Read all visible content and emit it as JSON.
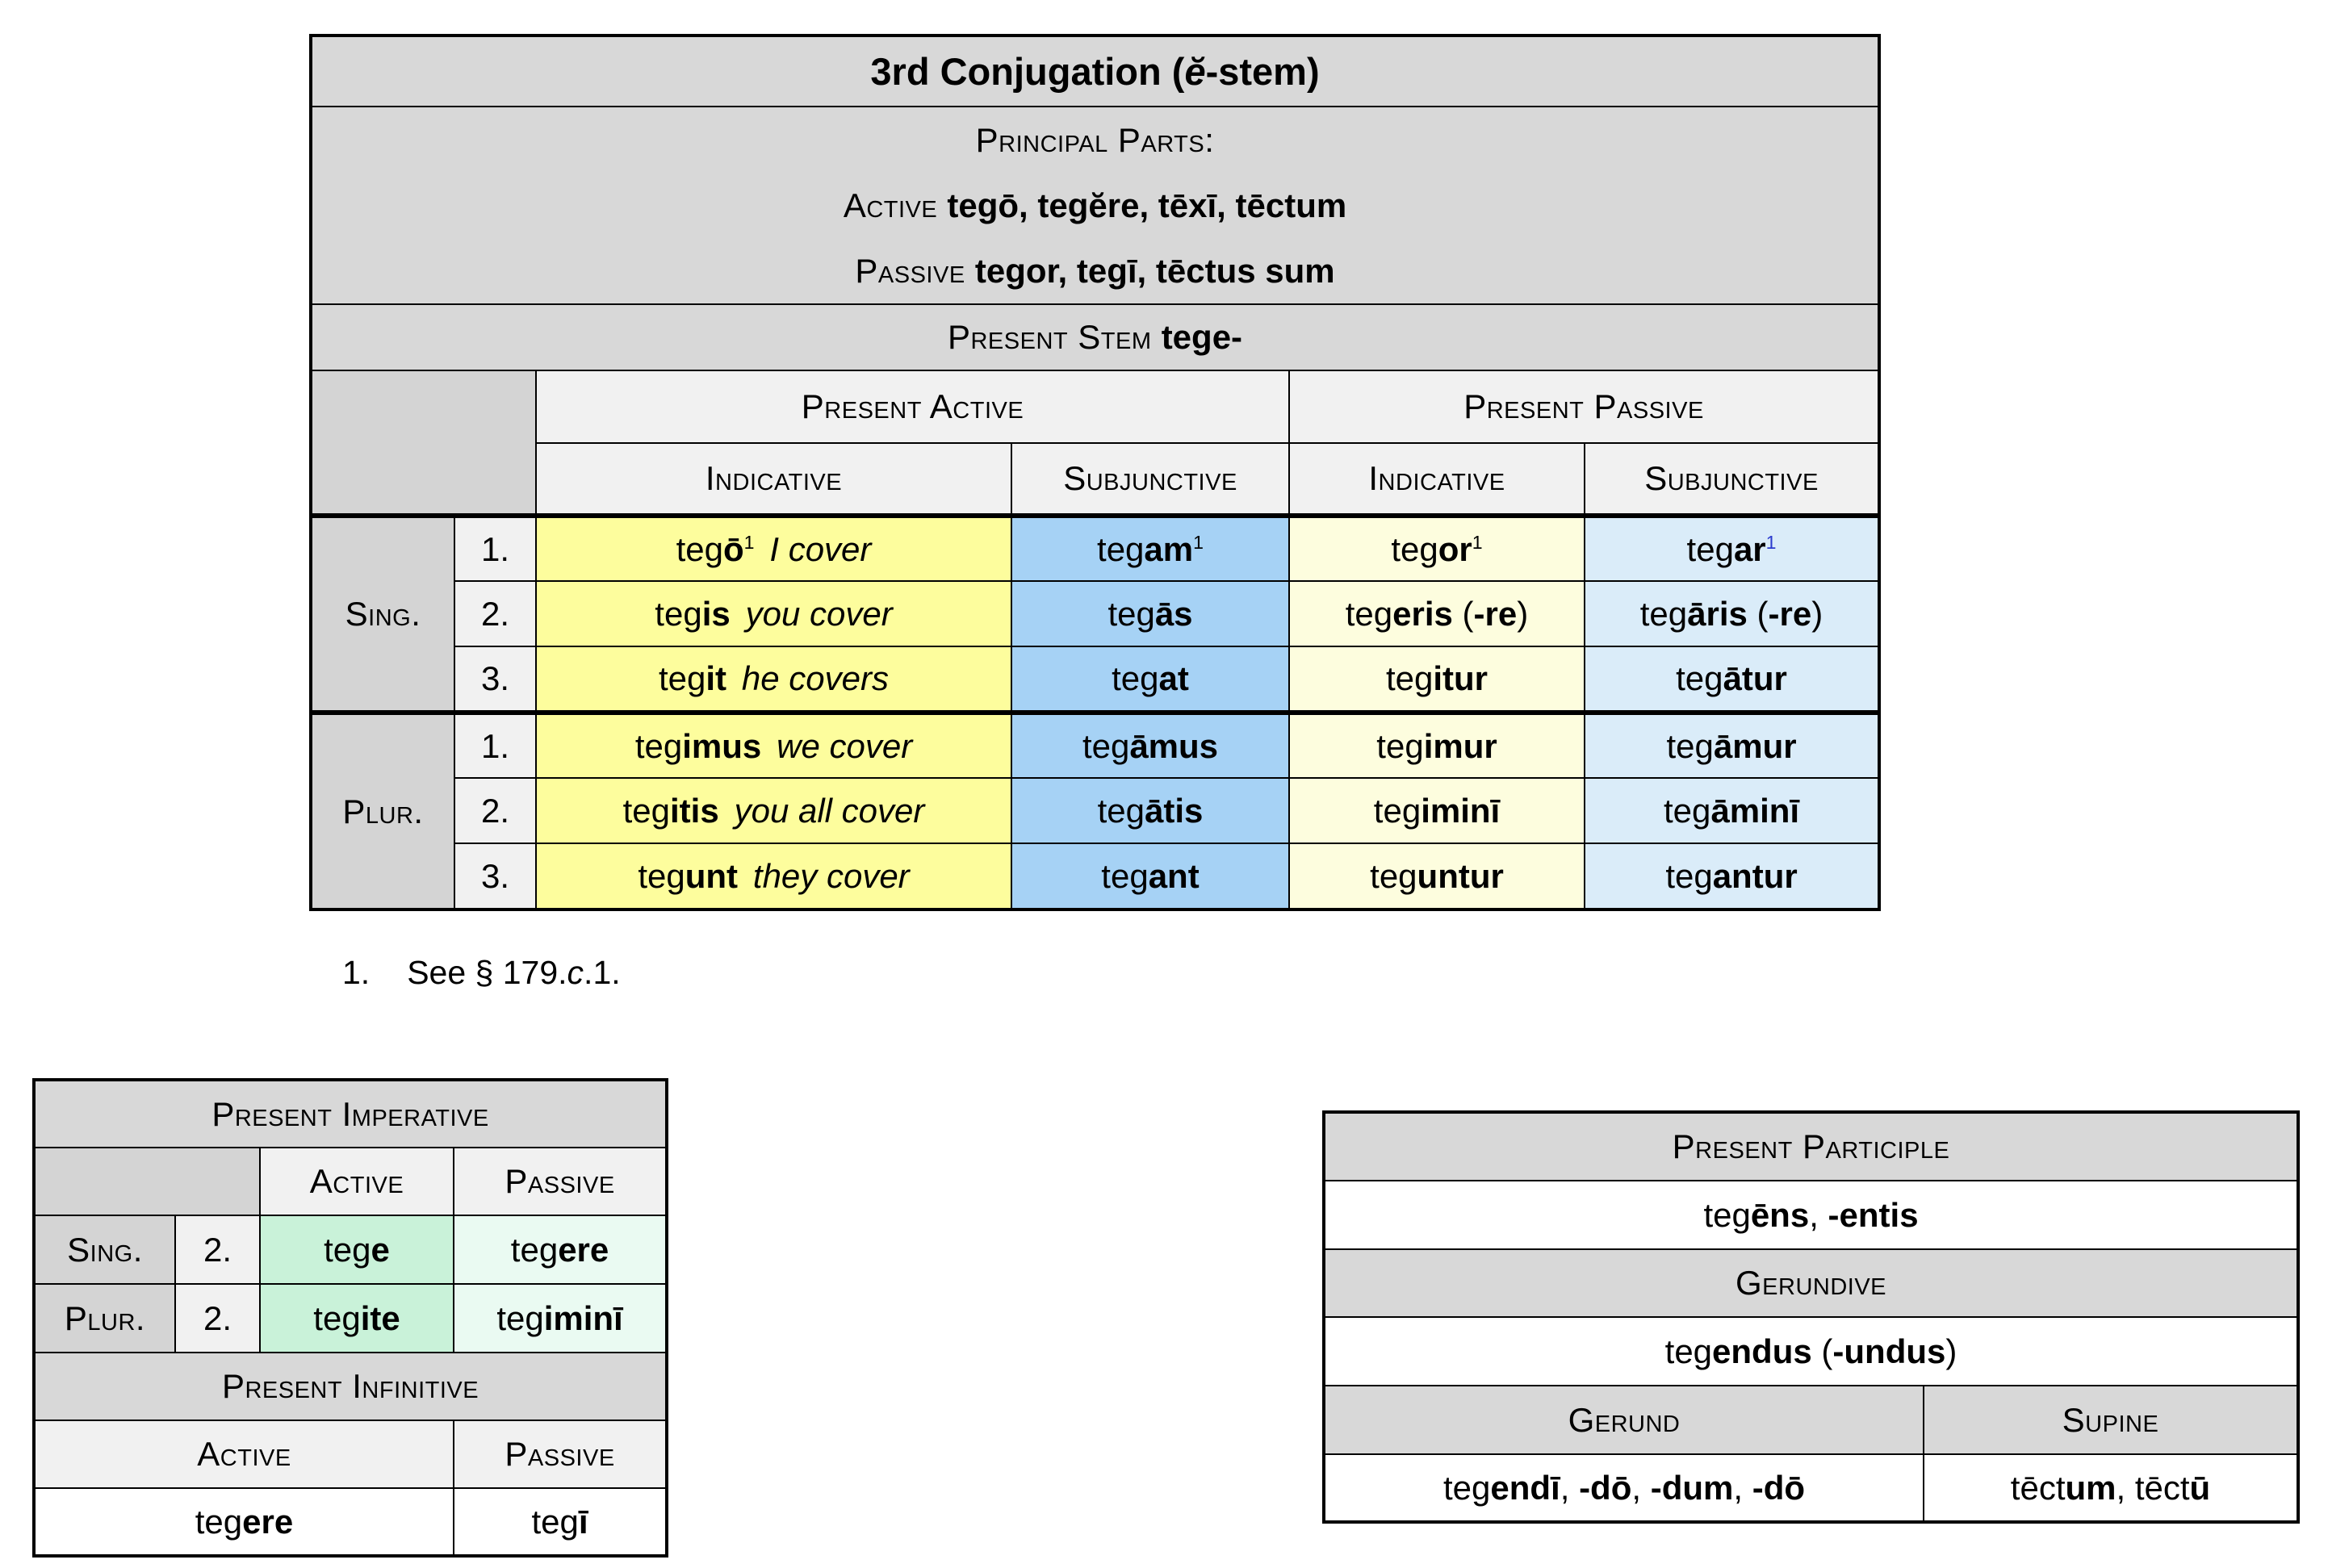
{
  "colors": {
    "header_gray": "#d8d8d8",
    "subheader_gray": "#f1f1f1",
    "label_gray": "#d4d4d4",
    "active_ind_yellow": "#fdfd9d",
    "active_subj_blue": "#a6d2f5",
    "passive_ind_yellow": "#fdfdde",
    "passive_subj_blue": "#daecf9",
    "imperative_active_green": "#c9f2d9",
    "imperative_passive_green": "#eafaf2",
    "sup_blue": "#2b3bce"
  },
  "main_table": {
    "title": [
      {
        "t": "3rd Conjugation (",
        "b": 1
      },
      {
        "t": "ĕ",
        "b": 1,
        "i": 1
      },
      {
        "t": "-stem)",
        "b": 1
      }
    ],
    "principal_parts_label": "Principal Parts:",
    "active_line": [
      {
        "t": "Active ",
        "sc": 1
      },
      {
        "t": "tegō, tegĕre, tēxī, tēctum",
        "b": 1
      }
    ],
    "passive_line": [
      {
        "t": "Passive ",
        "sc": 1
      },
      {
        "t": "tegor, tegī, tēctus sum",
        "b": 1
      }
    ],
    "present_stem_line": [
      {
        "t": "Present Stem ",
        "sc": 1
      },
      {
        "t": "tege-",
        "b": 1
      }
    ],
    "group_headers": [
      "Present Active",
      "Present Passive"
    ],
    "mood_headers": [
      "Indicative",
      "Subjunctive",
      "Indicative",
      "Subjunctive"
    ],
    "row_group_labels": [
      "Sing.",
      "Plur."
    ],
    "rows": [
      {
        "person": "1.",
        "act_ind": [
          {
            "t": "teg"
          },
          {
            "t": "ō",
            "b": 1
          },
          {
            "t": "1",
            "sup": 1
          },
          {
            "t": "I cover",
            "g": 1
          }
        ],
        "act_subj": [
          {
            "t": "teg"
          },
          {
            "t": "am",
            "b": 1
          },
          {
            "t": "1",
            "sup": 1
          }
        ],
        "pass_ind": [
          {
            "t": "teg"
          },
          {
            "t": "or",
            "b": 1
          },
          {
            "t": "1",
            "sup": 1
          }
        ],
        "pass_subj": [
          {
            "t": "teg"
          },
          {
            "t": "ar",
            "b": 1
          },
          {
            "t": "1",
            "sup": 1,
            "blue": 1
          }
        ]
      },
      {
        "person": "2.",
        "act_ind": [
          {
            "t": "teg"
          },
          {
            "t": "is",
            "b": 1
          },
          {
            "t": "you cover",
            "g": 1
          }
        ],
        "act_subj": [
          {
            "t": "teg"
          },
          {
            "t": "ās",
            "b": 1
          }
        ],
        "pass_ind": [
          {
            "t": "teg"
          },
          {
            "t": "eris",
            "b": 1
          },
          {
            "t": " ("
          },
          {
            "t": "-re",
            "b": 1
          },
          {
            "t": ")"
          }
        ],
        "pass_subj": [
          {
            "t": "teg"
          },
          {
            "t": "āris",
            "b": 1
          },
          {
            "t": " ("
          },
          {
            "t": "-re",
            "b": 1
          },
          {
            "t": ")"
          }
        ]
      },
      {
        "person": "3.",
        "act_ind": [
          {
            "t": "teg"
          },
          {
            "t": "it",
            "b": 1
          },
          {
            "t": "he covers",
            "g": 1
          }
        ],
        "act_subj": [
          {
            "t": "teg"
          },
          {
            "t": "at",
            "b": 1
          }
        ],
        "pass_ind": [
          {
            "t": "teg"
          },
          {
            "t": "itur",
            "b": 1
          }
        ],
        "pass_subj": [
          {
            "t": "teg"
          },
          {
            "t": "ātur",
            "b": 1
          }
        ]
      },
      {
        "person": "1.",
        "act_ind": [
          {
            "t": "teg"
          },
          {
            "t": "imus",
            "b": 1
          },
          {
            "t": "we cover",
            "g": 1
          }
        ],
        "act_subj": [
          {
            "t": "teg"
          },
          {
            "t": "āmus",
            "b": 1
          }
        ],
        "pass_ind": [
          {
            "t": "teg"
          },
          {
            "t": "imur",
            "b": 1
          }
        ],
        "pass_subj": [
          {
            "t": "teg"
          },
          {
            "t": "āmur",
            "b": 1
          }
        ]
      },
      {
        "person": "2.",
        "act_ind": [
          {
            "t": "teg"
          },
          {
            "t": "itis",
            "b": 1
          },
          {
            "t": "you all cover",
            "g": 1
          }
        ],
        "act_subj": [
          {
            "t": "teg"
          },
          {
            "t": "ātis",
            "b": 1
          }
        ],
        "pass_ind": [
          {
            "t": "teg"
          },
          {
            "t": "iminī",
            "b": 1
          }
        ],
        "pass_subj": [
          {
            "t": "teg"
          },
          {
            "t": "āminī",
            "b": 1
          }
        ]
      },
      {
        "person": "3.",
        "act_ind": [
          {
            "t": "teg"
          },
          {
            "t": "unt",
            "b": 1
          },
          {
            "t": "they cover",
            "g": 1
          }
        ],
        "act_subj": [
          {
            "t": "teg"
          },
          {
            "t": "ant",
            "b": 1
          }
        ],
        "pass_ind": [
          {
            "t": "teg"
          },
          {
            "t": "untur",
            "b": 1
          }
        ],
        "pass_subj": [
          {
            "t": "teg"
          },
          {
            "t": "antur",
            "b": 1
          }
        ]
      }
    ]
  },
  "footnote": {
    "number": "1.",
    "text": [
      {
        "t": "See § 179."
      },
      {
        "t": "c",
        "i": 1
      },
      {
        "t": ".1."
      }
    ]
  },
  "imperative_table": {
    "header": "Present Imperative",
    "col_headers": [
      "Active",
      "Passive"
    ],
    "rows": [
      {
        "group": "Sing.",
        "person": "2.",
        "active": [
          {
            "t": "teg"
          },
          {
            "t": "e",
            "b": 1
          }
        ],
        "passive": [
          {
            "t": "teg"
          },
          {
            "t": "ere",
            "b": 1
          }
        ]
      },
      {
        "group": "Plur.",
        "person": "2.",
        "active": [
          {
            "t": "teg"
          },
          {
            "t": "ite",
            "b": 1
          }
        ],
        "passive": [
          {
            "t": "teg"
          },
          {
            "t": "iminī",
            "b": 1
          }
        ]
      }
    ],
    "infinitive_header": "Present Infinitive",
    "infinitive_col_headers": [
      "Active",
      "Passive"
    ],
    "infinitive_active": [
      {
        "t": "teg"
      },
      {
        "t": "ere",
        "b": 1
      }
    ],
    "infinitive_passive": [
      {
        "t": "teg"
      },
      {
        "t": "ī",
        "b": 1
      }
    ]
  },
  "participle_table": {
    "participle_header": "Present Participle",
    "participle_value": [
      {
        "t": "teg"
      },
      {
        "t": "ēns",
        "b": 1
      },
      {
        "t": ", "
      },
      {
        "t": "-entis",
        "b": 1
      }
    ],
    "gerundive_header": "Gerundive",
    "gerundive_value": [
      {
        "t": "teg"
      },
      {
        "t": "endus",
        "b": 1
      },
      {
        "t": " ("
      },
      {
        "t": "-undus",
        "b": 1
      },
      {
        "t": ")"
      }
    ],
    "gerund_header": "Gerund",
    "supine_header": "Supine",
    "gerund_value": [
      {
        "t": "teg"
      },
      {
        "t": "endī",
        "b": 1
      },
      {
        "t": ", "
      },
      {
        "t": "-dō",
        "b": 1
      },
      {
        "t": ", "
      },
      {
        "t": "-dum",
        "b": 1
      },
      {
        "t": ", "
      },
      {
        "t": "-dō",
        "b": 1
      }
    ],
    "supine_value": [
      {
        "t": "tēct"
      },
      {
        "t": "um",
        "b": 1
      },
      {
        "t": ", tēct"
      },
      {
        "t": "ū",
        "b": 1
      }
    ]
  }
}
